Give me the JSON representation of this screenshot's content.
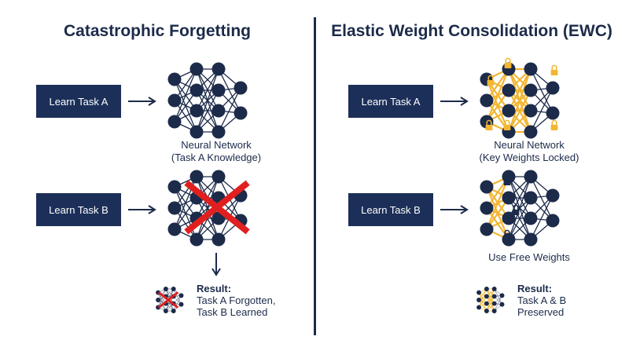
{
  "left": {
    "title": "Catastrophic Forgetting",
    "task_a": "Learn Task A",
    "task_b": "Learn Task B",
    "network_a_caption": [
      "Neural Network",
      "(Task A Knowledge)"
    ],
    "result_heading": "Result:",
    "result_lines": [
      "Task A Forgotten,",
      "Task B Learned"
    ]
  },
  "right": {
    "title": "Elastic Weight Consolidation (EWC)",
    "task_a": "Learn Task A",
    "task_b": "Learn Task B",
    "network_a_caption": [
      "Neural Network",
      "(Key Weights Locked)"
    ],
    "network_b_caption": "Use Free Weights",
    "result_heading": "Result:",
    "result_lines": [
      "Task A & B",
      "Preserved"
    ]
  },
  "colors": {
    "navy": "#1c2b4a",
    "task_box": "#1c2f58",
    "locked_weight": "#f2b632",
    "cross": "#e02020"
  },
  "icons": [
    "arrow-right-icon",
    "arrow-down-icon",
    "lock-icon",
    "red-x-icon"
  ]
}
